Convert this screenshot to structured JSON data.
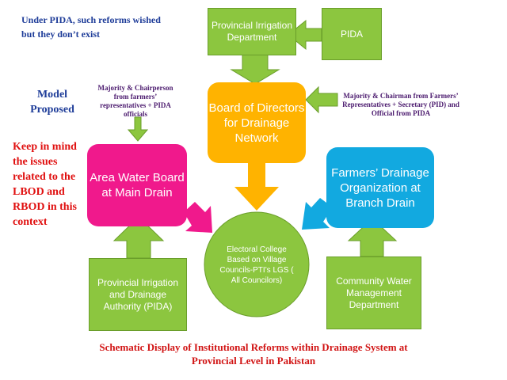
{
  "notes": {
    "top_left": "Under PIDA, such reforms wished but they don’t exist",
    "model_proposed": "Model Proposed",
    "keep_in_mind": "Keep in mind the issues related to the LBOD and RBOD in this context",
    "left_small": "Majority & Chairperson from farmers’ representatives + PIDA officials",
    "right_small": "Majority & Chairman from Farmers’ Representatives + Secretary (PID) and Official from PIDA"
  },
  "boxes": {
    "provincial_irrigation_department": "Provincial Irrigation Department",
    "pida": "PIDA",
    "board_of_directors": "Board of Directors for Drainage Network",
    "area_water_board": "Area Water Board at Main Drain",
    "farmers_drainage_org": "Farmers’ Drainage Organization at Branch Drain",
    "electoral_college": "Electoral College Based on Village Councils-PTI’s LGS ( All Councilors)",
    "pida_authority": "Provincial Irrigation and Drainage Authority (PIDA)",
    "community_water_mgmt": "Community Water Management Department"
  },
  "caption": "Schematic Display of Institutional Reforms within Drainage System at Provincial Level in Pakistan",
  "colors": {
    "green": "#8cc63f",
    "orange": "#ffb300",
    "magenta": "#f0198c",
    "cyan": "#12a9e0",
    "note_blue": "#1f3d99",
    "note_red": "#e01010",
    "note_purple": "#4b1a6e"
  }
}
